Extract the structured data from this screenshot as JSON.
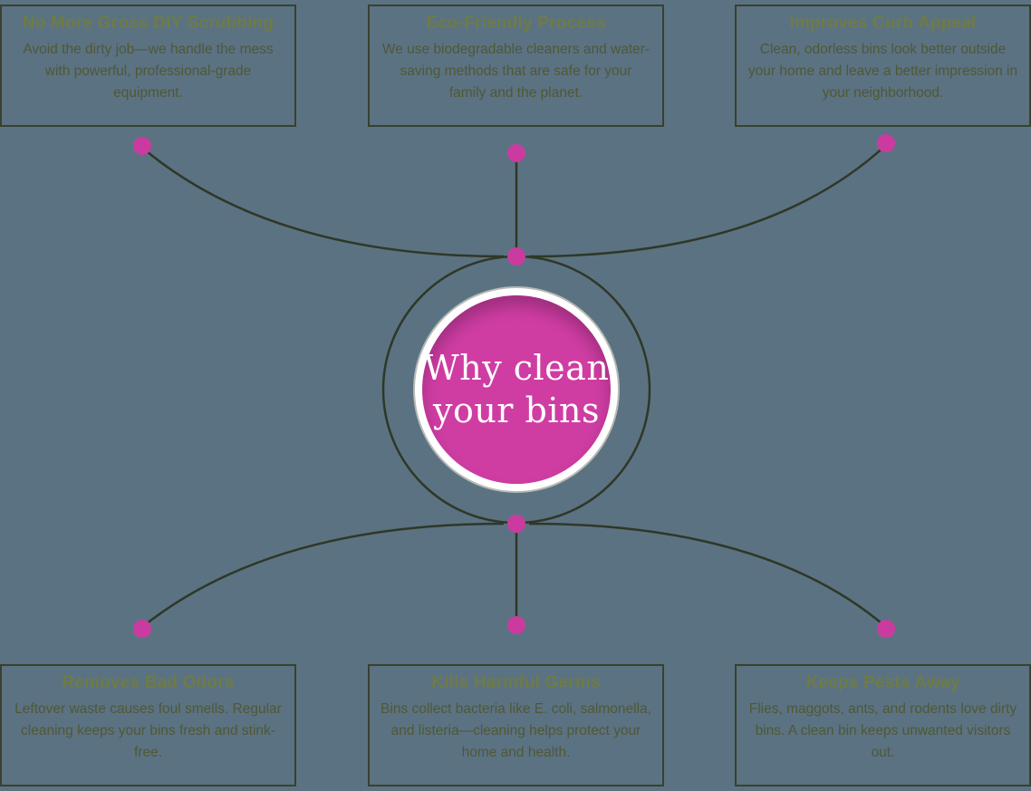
{
  "title": {
    "line1": "Why clean",
    "line2": "your bins"
  },
  "cards": [
    {
      "heading": "No More Gross DIY Scrubbing",
      "body": "Avoid the dirty job—we handle the mess with powerful, professional-grade equipment."
    },
    {
      "heading": "Eco-Friendly Process",
      "body": "We use biodegradable cleaners and water-saving methods that are safe for your family and the planet."
    },
    {
      "heading": "Improves Curb Appeal",
      "body": "Clean, odorless bins look better outside your home and leave a better impression in your neighborhood."
    },
    {
      "heading": "Removes Bad Odors",
      "body": "Leftover waste causes foul smells. Regular cleaning keeps your bins fresh and stink-free."
    },
    {
      "heading": "Kills Harmful Germs",
      "body": "Bins collect bacteria like E. coli, salmonella, and listeria—cleaning helps protect your home and health."
    },
    {
      "heading": "Keeps Pests Away",
      "body": "Flies, maggots, ants, and rodents love dirty bins. A clean bin keeps unwanted visitors out."
    }
  ],
  "colors": {
    "background": "#5b7282",
    "card_border": "#39412e",
    "heading_text": "#6e7b46",
    "body_text": "#4f5836",
    "connector_line": "#2e3827",
    "accent_pink": "#cb3b9f",
    "circle_fill": "#cf3da3",
    "circle_text": "#ffffff"
  }
}
